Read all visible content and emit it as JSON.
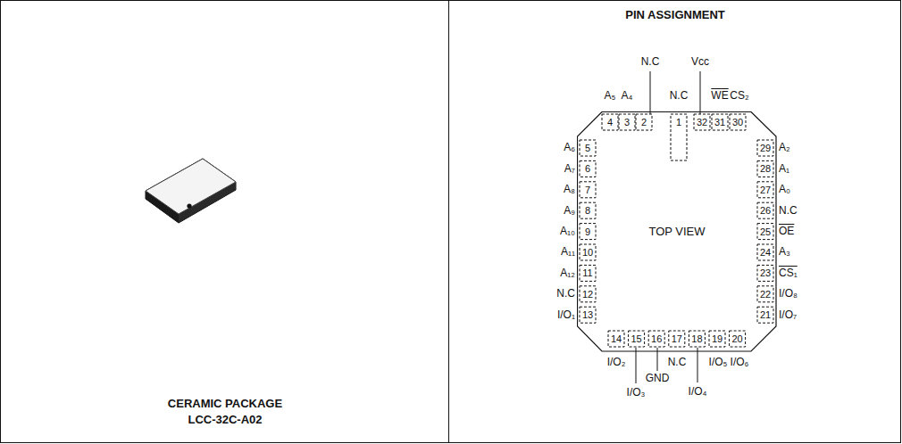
{
  "diagram": {
    "nodes": [
      {
        "text": [
          "CERAMIC PACKAGE",
          "LCC-32C-A02"
        ]
      },
      {
        "text": [
          "PIN ASSIGNMENT"
        ]
      },
      {
        "text": [
          "TOP VIEW"
        ],
        "in": 1
      }
    ],
    "labels": [
      "1",
      "2",
      "3",
      "4",
      "5",
      "6",
      "7",
      "8",
      "9",
      "10",
      "11",
      "12",
      "13",
      "14",
      "15",
      "16",
      "17",
      "18",
      "19",
      "20",
      "21",
      "22",
      "23",
      "24",
      "25",
      "26",
      "27",
      "28",
      "29",
      "30",
      "31",
      "32",
      "N.C",
      "N.C",
      "A₄",
      "A₅",
      "A₆",
      "A₇",
      "A₈",
      "A₉",
      "A₁₀",
      "A₁₁",
      "A₁₂",
      "N.C",
      "I/O₁",
      "I/O₂",
      "I/O₃",
      "GND",
      "N.C",
      "I/O₄",
      "I/O₅",
      "I/O₆",
      "I/O₇",
      "I/O₈",
      "CS₁",
      "A₃",
      "OE",
      "N.C",
      "A₀",
      "A₁",
      "A₂",
      "CS₂",
      "WE",
      "Vcc"
    ]
  }
}
